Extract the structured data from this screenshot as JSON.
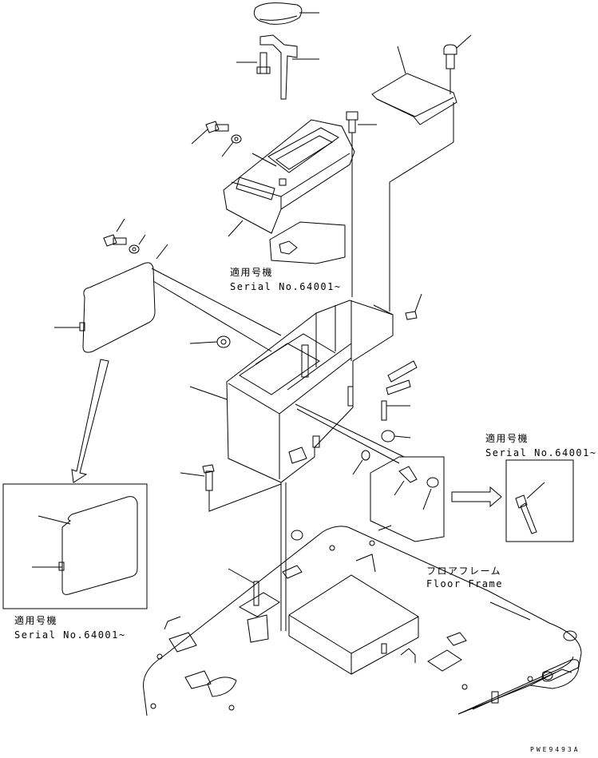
{
  "labels": {
    "applicable_jp": "適用号機",
    "serial": "Serial No.64001~",
    "floor_frame_jp": "フロアフレーム",
    "floor_frame_en": "Floor Frame"
  },
  "drawing_code": "PWE9493A"
}
